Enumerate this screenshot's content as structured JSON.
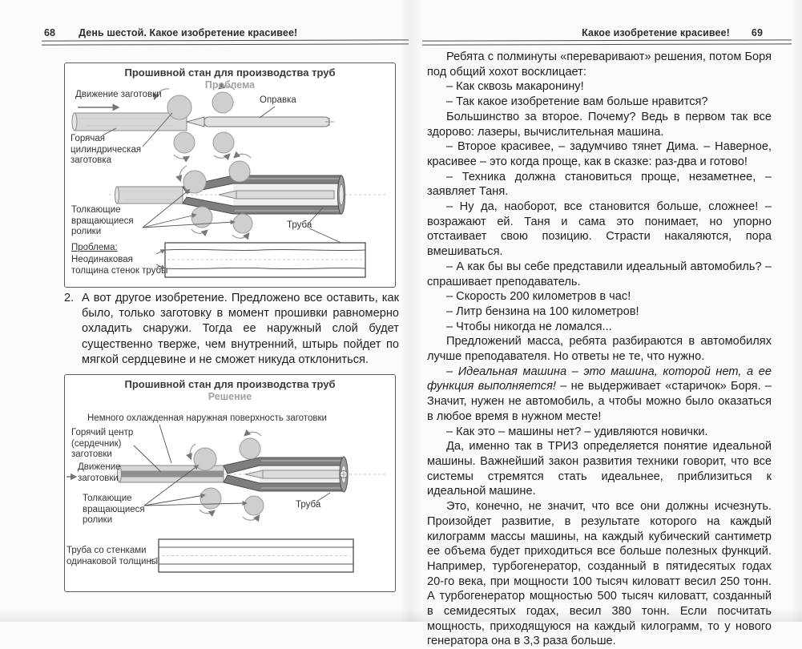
{
  "colors": {
    "ink": "#1f1f1f",
    "subtitle_gray": "#a2a2a2",
    "rule": "#4b4b4b",
    "diagram_fill": "#d7d7d7"
  },
  "left_page": {
    "header": {
      "page_number": "68",
      "title": "День шестой. Какое изобретение красивее!"
    },
    "diagram1": {
      "title": "Прошивной стан для производства труб",
      "subtitle": "Проблема",
      "labels": {
        "movement": "Движение заготовки",
        "mandrel": "Оправка",
        "billet": "Горячая\nцилиндрическая\nзаготовка",
        "rollers": "Толкающие\nвращающиеся\nролики",
        "tube": "Труба",
        "problem_title": "Проблема:",
        "problem_text": "Неодинаковая\nтолщина стенок трубы"
      }
    },
    "item2": {
      "number": "2.",
      "text": "А вот другое изобретение. Предложено все оставить, как было, только заготовку в момент прошивки равномерно охладить снаружи. Тогда ее наружный слой будет существенно тверже, чем внутренний, штырь пойдет по мягкой сердцевине и не сможет никуда отклониться."
    },
    "diagram2": {
      "title": "Прошивной стан для производства труб",
      "subtitle": "Решение",
      "labels": {
        "cooled_surface": "Немного охлажденная наружная поверхность заготовки",
        "hot_core": "Горячий центр\n(сердечник)\nзаготовки",
        "movement": "Движение\nзаготовки",
        "rollers": "Толкающие\nвращающиеся\nролики",
        "tube": "Труба",
        "result": "Труба со стенками\nодинаковой толщины"
      }
    }
  },
  "right_page": {
    "header": {
      "title": "Какое изобретение красивее!",
      "page_number": "69"
    },
    "paragraphs": [
      {
        "segments": [
          {
            "t": "Ребята с полминуты «переваривают» решения, потом Боря под общий хохот восклицает:",
            "i": false
          }
        ]
      },
      {
        "segments": [
          {
            "t": "– Как сквозь макаронину!",
            "i": false
          }
        ]
      },
      {
        "segments": [
          {
            "t": "– Так какое изобретение вам больше нравится?",
            "i": false
          }
        ]
      },
      {
        "segments": [
          {
            "t": "Большинство за второе. Почему? Ведь в первом так все здорово: лазеры, вычислительная машина.",
            "i": false
          }
        ]
      },
      {
        "segments": [
          {
            "t": "– Второе красивее, – задумчиво тянет Дима. – Наверное, красивее – это когда проще, как в сказке: раз-два и готово!",
            "i": false
          }
        ]
      },
      {
        "segments": [
          {
            "t": "– Техника должна становиться проще, незаметнее, – заявляет Таня.",
            "i": false
          }
        ]
      },
      {
        "segments": [
          {
            "t": "– Ну да, наоборот, все становится больше, сложнее! – возражают ей. Таня и сама это понимает, но упорно отстаивает свою позицию. Страсти накаляются, пора вмешиваться.",
            "i": false
          }
        ]
      },
      {
        "segments": [
          {
            "t": "– А как бы вы себе представили идеальный автомобиль? – спрашивает преподаватель.",
            "i": false
          }
        ]
      },
      {
        "segments": [
          {
            "t": "– Скорость 200 километров в час!",
            "i": false
          }
        ]
      },
      {
        "segments": [
          {
            "t": "– Литр бензина на 100 километров!",
            "i": false
          }
        ]
      },
      {
        "segments": [
          {
            "t": "– Чтобы никогда не ломался...",
            "i": false
          }
        ]
      },
      {
        "segments": [
          {
            "t": "Предложений масса, ребята разбираются в автомобилях лучше преподавателя. Но ответы не те, что нужно.",
            "i": false
          }
        ]
      },
      {
        "segments": [
          {
            "t": "– Идеальная машина – это машина, которой нет, а ее функция выполняется!",
            "i": true
          },
          {
            "t": " – не выдерживает «старичок» Боря. – Значит, нужен не автомобиль, а чтобы можно было оказаться в любое время в нужном месте!",
            "i": false
          }
        ]
      },
      {
        "segments": [
          {
            "t": "– Как это – машины нет? – удивляются новички.",
            "i": false
          }
        ]
      },
      {
        "segments": [
          {
            "t": "Да, именно так в ТРИЗ определяется понятие идеальной машины. Важнейший закон развития техники говорит, что все системы стремятся стать идеальнее, приблизиться к идеальной машине.",
            "i": false
          }
        ]
      },
      {
        "segments": [
          {
            "t": "Это, конечно, не значит, что все они должны исчезнуть. Произойдет развитие, в результате которого на каждый килограмм массы машины, на каждый кубический сантиметр ее объема будет приходиться все больше полезных функций. Например, турбогенератор, созданный в пятидесятых годах 20-го века, при мощности 100 тысяч киловатт весил 250 тонн. А турбогенератор мощностью 500 тысяч киловатт, созданный в семидесятых годах, весил 380 тонн. Если посчитать мощность, приходящуюся на каждый килограмм, то у нового генератора она в 3,3 раза больше.",
            "i": false
          }
        ]
      }
    ]
  }
}
